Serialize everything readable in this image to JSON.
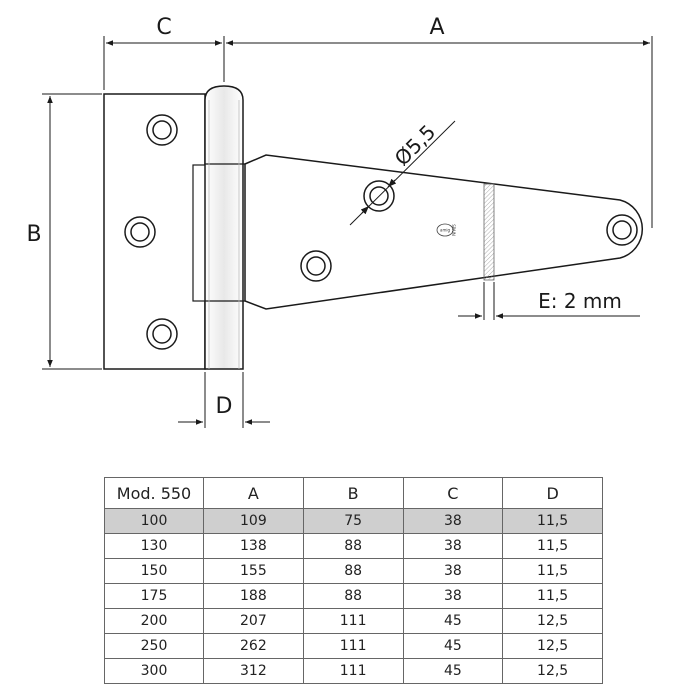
{
  "drawing": {
    "dim_labels": {
      "a": "A",
      "b": "B",
      "c": "C",
      "d": "D"
    },
    "hole_label": "Ø5,5",
    "thickness_label": "E: 2 mm",
    "logo_text": "amig",
    "logo_subtext": "SPAIN"
  },
  "table": {
    "headers": [
      "Mod. 550",
      "A",
      "B",
      "C",
      "D"
    ],
    "highlight_row": 0,
    "rows": [
      [
        "100",
        "109",
        "75",
        "38",
        "11,5"
      ],
      [
        "130",
        "138",
        "88",
        "38",
        "11,5"
      ],
      [
        "150",
        "155",
        "88",
        "38",
        "11,5"
      ],
      [
        "175",
        "188",
        "88",
        "38",
        "11,5"
      ],
      [
        "200",
        "207",
        "111",
        "45",
        "12,5"
      ],
      [
        "250",
        "262",
        "111",
        "45",
        "12,5"
      ],
      [
        "300",
        "312",
        "111",
        "45",
        "12,5"
      ]
    ]
  }
}
